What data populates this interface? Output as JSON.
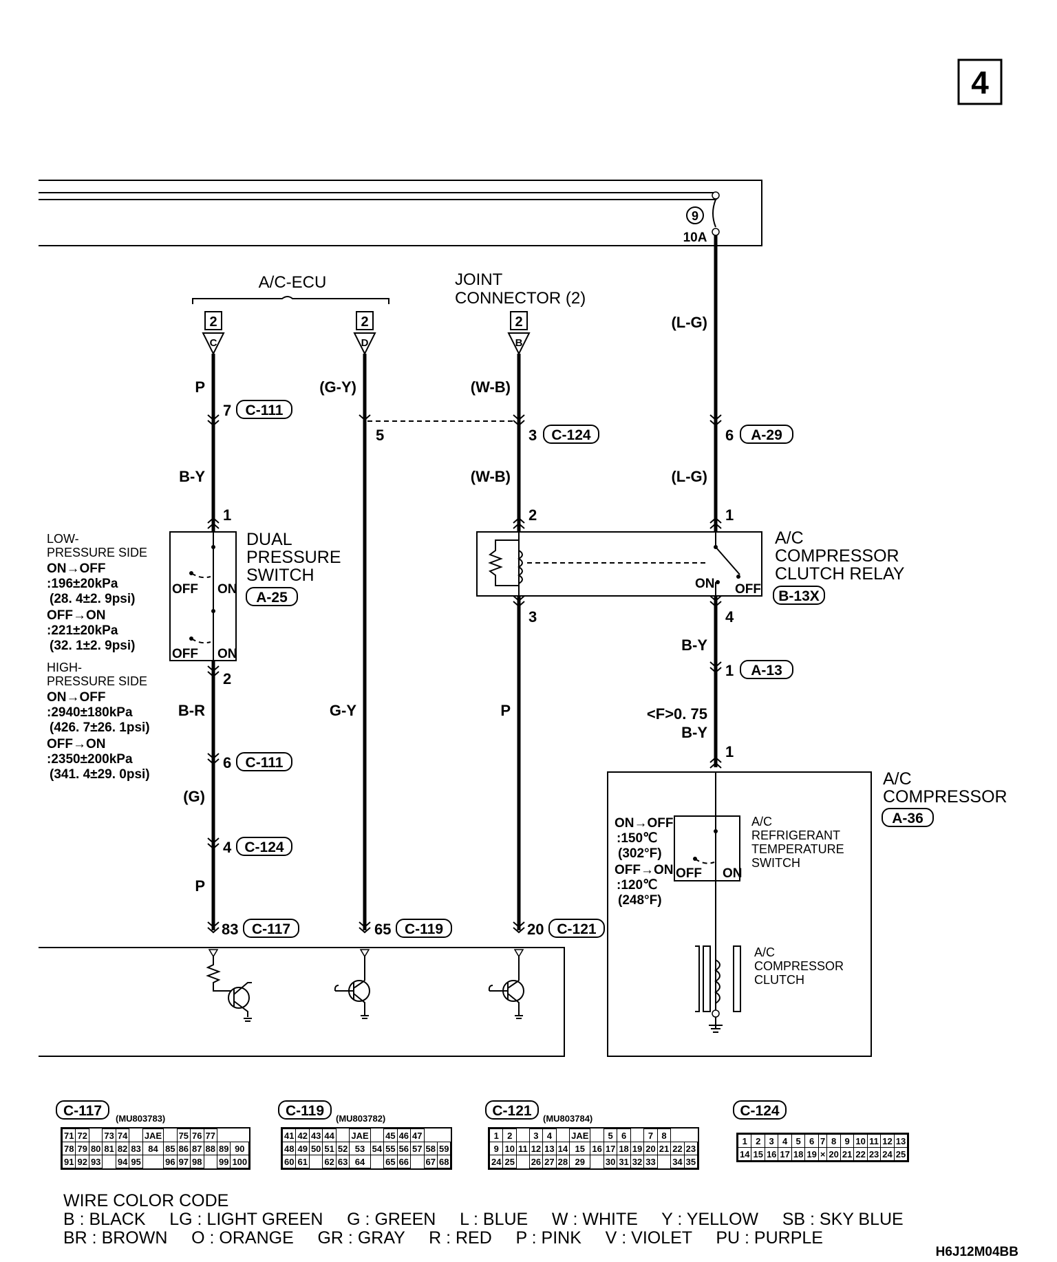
{
  "page_number": "4",
  "figure_code": "H6J12M04BB",
  "fuse": {
    "number": "9",
    "rating": "10A"
  },
  "ecu": {
    "name": "A/C-ECU",
    "terminal_c": {
      "num": "2",
      "letter": "C"
    },
    "terminal_d": {
      "num": "2",
      "letter": "D"
    }
  },
  "joint_connector": {
    "name_line1": "JOINT",
    "name_line2": "CONNECTOR (2)",
    "num": "2",
    "letter": "B"
  },
  "wires": {
    "c_top": "P",
    "d_top": "(G-Y)",
    "b_top": "(W-B)",
    "fuse_down": "(L-G)",
    "c_mid": "B-Y",
    "b_mid": "(W-B)",
    "relay_in": "(L-G)",
    "sw_out": "B-R",
    "d_low": "G-Y",
    "b_low": "P",
    "relay_out": "B-Y",
    "c_g": "(G)",
    "c_p": "P",
    "comp_size": "<F>0. 75",
    "comp_color": "B-Y"
  },
  "connectors": {
    "c111a": {
      "pin": "7",
      "id": "C-111"
    },
    "d5": {
      "pin": "5"
    },
    "c124a": {
      "pin": "3",
      "id": "C-124"
    },
    "a29": {
      "pin": "6",
      "id": "A-29"
    },
    "sw_in": {
      "pin": "1"
    },
    "relay_in2": {
      "pin": "2"
    },
    "relay_in1": {
      "pin": "1"
    },
    "relay_out3": {
      "pin": "3"
    },
    "relay_out4": {
      "pin": "4"
    },
    "sw_out2": {
      "pin": "2"
    },
    "a13": {
      "pin": "1",
      "id": "A-13"
    },
    "comp_pin": {
      "pin": "1"
    },
    "c111b": {
      "pin": "6",
      "id": "C-111"
    },
    "c124b": {
      "pin": "4",
      "id": "C-124"
    },
    "c117": {
      "pin": "83",
      "id": "C-117"
    },
    "c119": {
      "pin": "65",
      "id": "C-119"
    },
    "c121": {
      "pin": "20",
      "id": "C-121"
    }
  },
  "dual_switch": {
    "name_line1": "DUAL",
    "name_line2": "PRESSURE",
    "name_line3": "SWITCH",
    "id": "A-25",
    "off": "OFF",
    "on": "ON",
    "notes": [
      "LOW-",
      "PRESSURE SIDE",
      "ON→OFF",
      ":196±20kPa",
      "(28. 4±2. 9psi)",
      "OFF→ON",
      ":221±20kPa",
      "(32. 1±2. 9psi)",
      "HIGH-",
      "PRESSURE SIDE",
      "ON→OFF",
      ":2940±180kPa",
      "(426. 7±26. 1psi)",
      "OFF→ON",
      ":2350±200kPa",
      "(341. 4±29. 0psi)"
    ]
  },
  "relay": {
    "name_line1": "A/C",
    "name_line2": "COMPRESSOR",
    "name_line3": "CLUTCH RELAY",
    "id": "B-13X",
    "on": "ON",
    "off": "OFF"
  },
  "compressor": {
    "name_line1": "A/C",
    "name_line2": "COMPRESSOR",
    "id": "A-36",
    "temp_switch": [
      "A/C",
      "REFRIGERANT",
      "TEMPERATURE",
      "SWITCH"
    ],
    "temp_notes": [
      "ON→OFF",
      ":150℃",
      "(302°F)",
      "OFF→ON",
      ":120℃",
      "(248°F)"
    ],
    "clutch": [
      "A/C",
      "COMPRESSOR",
      "CLUTCH"
    ],
    "off": "OFF",
    "on": "ON"
  },
  "connector_tables": [
    {
      "id": "C-117",
      "part": "(MU803783)",
      "rows": [
        [
          "71",
          "72",
          "",
          "73",
          "74",
          "",
          "JAE",
          "",
          "75",
          "76",
          "77"
        ],
        [
          "78",
          "79",
          "80",
          "81",
          "82",
          "83",
          "84",
          "85",
          "86",
          "87",
          "88",
          "89",
          "90"
        ],
        [
          "91",
          "92",
          "93",
          "",
          "94",
          "95",
          "",
          "96",
          "97",
          "98",
          "",
          "99",
          "100"
        ]
      ]
    },
    {
      "id": "C-119",
      "part": "(MU803782)",
      "rows": [
        [
          "41",
          "42",
          "43",
          "44",
          "",
          "JAE",
          "",
          "45",
          "46",
          "47"
        ],
        [
          "48",
          "49",
          "50",
          "51",
          "52",
          "53",
          "54",
          "55",
          "56",
          "57",
          "58",
          "59"
        ],
        [
          "60",
          "61",
          "",
          "62",
          "63",
          "64",
          "",
          "65",
          "66",
          "",
          "67",
          "68"
        ]
      ]
    },
    {
      "id": "C-121",
      "part": "(MU803784)",
      "rows": [
        [
          "1",
          "2",
          "",
          "3",
          "4",
          "",
          "JAE",
          "",
          "5",
          "6",
          "",
          "7",
          "8"
        ],
        [
          "9",
          "10",
          "11",
          "12",
          "13",
          "14",
          "15",
          "16",
          "17",
          "18",
          "19",
          "20",
          "21",
          "22",
          "23"
        ],
        [
          "24",
          "25",
          "",
          "26",
          "27",
          "28",
          "29",
          "",
          "30",
          "31",
          "32",
          "33",
          "",
          "34",
          "35"
        ]
      ]
    },
    {
      "id": "C-124",
      "part": "",
      "rows": [
        [
          "1",
          "2",
          "3",
          "4",
          "5",
          "6",
          "7",
          "8",
          "9",
          "10",
          "11",
          "12",
          "13"
        ],
        [
          "14",
          "15",
          "16",
          "17",
          "18",
          "19",
          "×",
          "20",
          "21",
          "22",
          "23",
          "24",
          "25"
        ]
      ]
    }
  ],
  "legend": {
    "title": "WIRE COLOR CODE",
    "line1": "B : BLACK     LG : LIGHT GREEN     G : GREEN     L : BLUE     W : WHITE     Y : YELLOW     SB : SKY BLUE",
    "line2": "BR : BROWN     O : ORANGE     GR : GRAY     R : RED     P : PINK     V : VIOLET     PU : PURPLE"
  }
}
